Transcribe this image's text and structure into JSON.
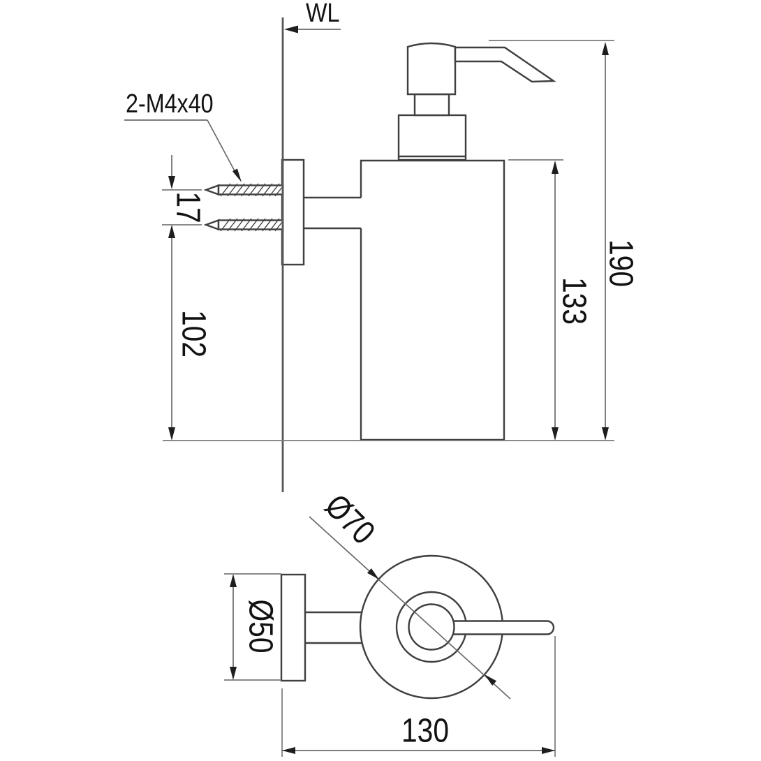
{
  "title": "Wall-mounted soap dispenser technical drawing",
  "labels": {
    "wall_line": "WL",
    "screw_spec": "2-M4x40"
  },
  "dimensions": {
    "screw_spacing": "17",
    "bracket_to_base": "102",
    "body_height": "133",
    "overall_height": "190",
    "body_diameter": "Ø70",
    "flange_diameter": "Ø50",
    "overall_depth": "130"
  },
  "colors": {
    "background": "#ffffff",
    "outline": "#3f3f3f",
    "dimension_line": "#6a6a6a",
    "text": "#121212"
  }
}
